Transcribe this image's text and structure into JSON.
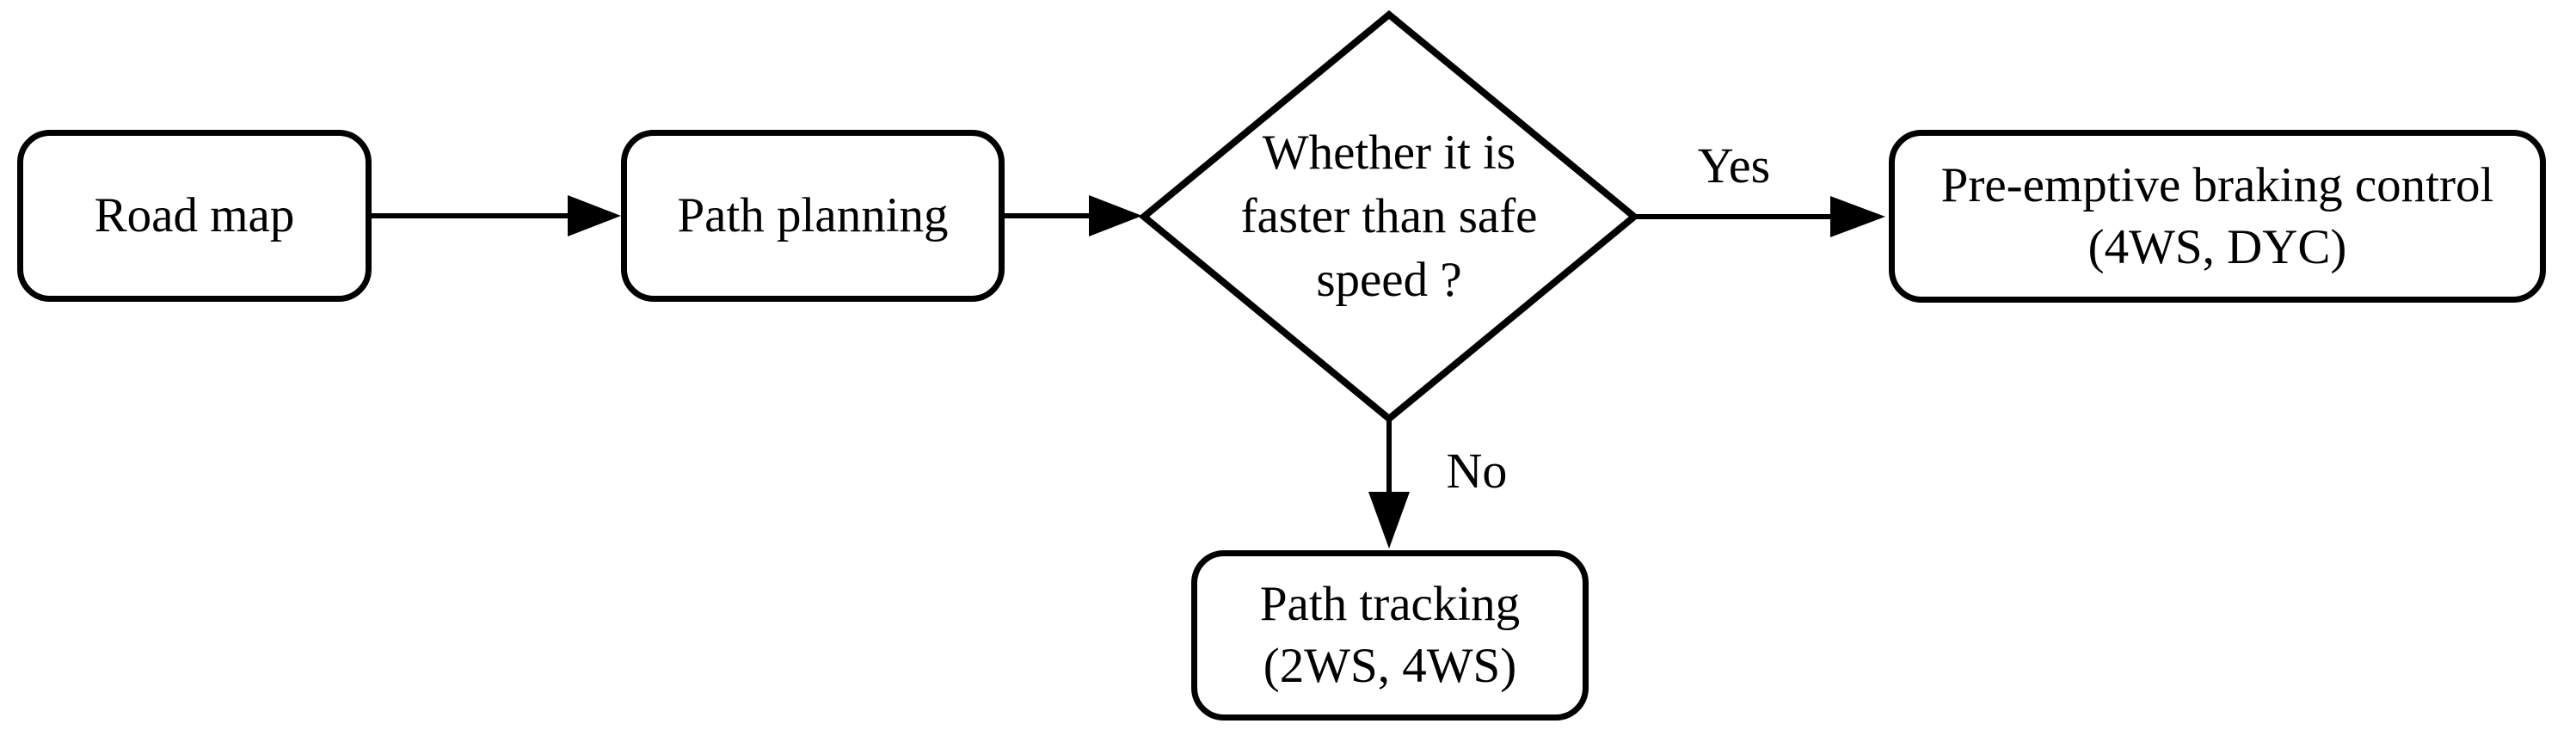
{
  "figure": {
    "type": "flowchart",
    "background_color": "#ffffff",
    "line_color": "#000000",
    "nodes": {
      "road_map": {
        "shape": "rounded-rectangle",
        "label": "Road map"
      },
      "path_planning": {
        "shape": "rounded-rectangle",
        "label": "Path planning"
      },
      "decision": {
        "shape": "diamond",
        "label": "Whether it is faster than safe speed ?",
        "lines": [
          "Whether it is",
          "faster than safe",
          "speed ?"
        ]
      },
      "preemptive_braking": {
        "shape": "rounded-rectangle",
        "label": "Pre-emptive braking control (4WS, DYC)",
        "lines": [
          "Pre-emptive braking control",
          "(4WS, DYC)"
        ]
      },
      "path_tracking": {
        "shape": "rounded-rectangle",
        "label": "Path tracking (2WS, 4WS)",
        "lines": [
          "Path tracking",
          "(2WS, 4WS)"
        ]
      }
    },
    "edges": [
      {
        "from": "road_map",
        "to": "path_planning",
        "label": ""
      },
      {
        "from": "path_planning",
        "to": "decision",
        "label": ""
      },
      {
        "from": "decision",
        "to": "preemptive_braking",
        "label": "Yes"
      },
      {
        "from": "decision",
        "to": "path_tracking",
        "label": "No"
      }
    ]
  }
}
